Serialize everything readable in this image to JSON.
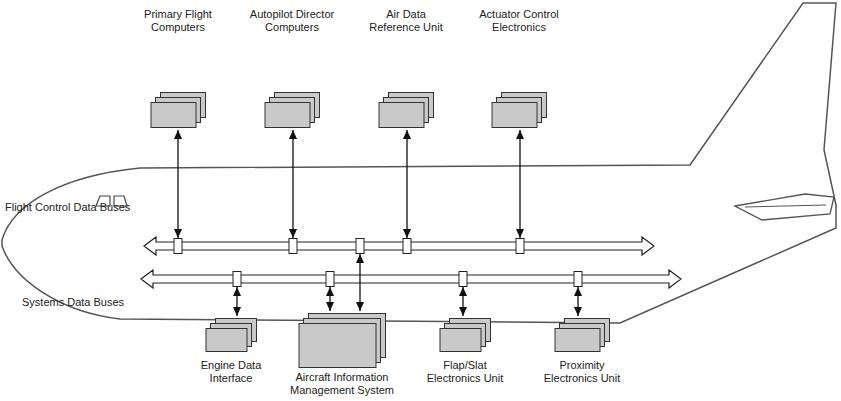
{
  "diagram": {
    "nodes": [
      {
        "text": [
          "Primary Flight Computers"
        ]
      },
      {
        "text": [
          "Autopilot Director Computers"
        ]
      },
      {
        "text": [
          "Air Data Reference Unit"
        ]
      },
      {
        "text": [
          "Actuator Control Electronics"
        ]
      },
      {
        "text": [
          "Flight Control Data Buses"
        ]
      },
      {
        "text": [
          "Systems Data Buses"
        ]
      },
      {
        "text": [
          "Engine Data Interface"
        ]
      },
      {
        "text": [
          "Aircraft Information Management System"
        ]
      },
      {
        "text": [
          "Flap/Slat Electronics Unit"
        ]
      },
      {
        "text": [
          "Proximity Electronics Unit"
        ]
      }
    ],
    "edges": [
      {
        "from": 0,
        "to": 4,
        "arrow": "both"
      },
      {
        "from": 1,
        "to": 4,
        "arrow": "both"
      },
      {
        "from": 2,
        "to": 4,
        "arrow": "both"
      },
      {
        "from": 3,
        "to": 4,
        "arrow": "both"
      },
      {
        "from": 6,
        "to": 5,
        "arrow": "both"
      },
      {
        "from": 7,
        "to": 5,
        "arrow": "both"
      },
      {
        "from": 7,
        "to": 4,
        "arrow": "both"
      },
      {
        "from": 8,
        "to": 5,
        "arrow": "both"
      },
      {
        "from": 9,
        "to": 5,
        "arrow": "both"
      }
    ]
  }
}
